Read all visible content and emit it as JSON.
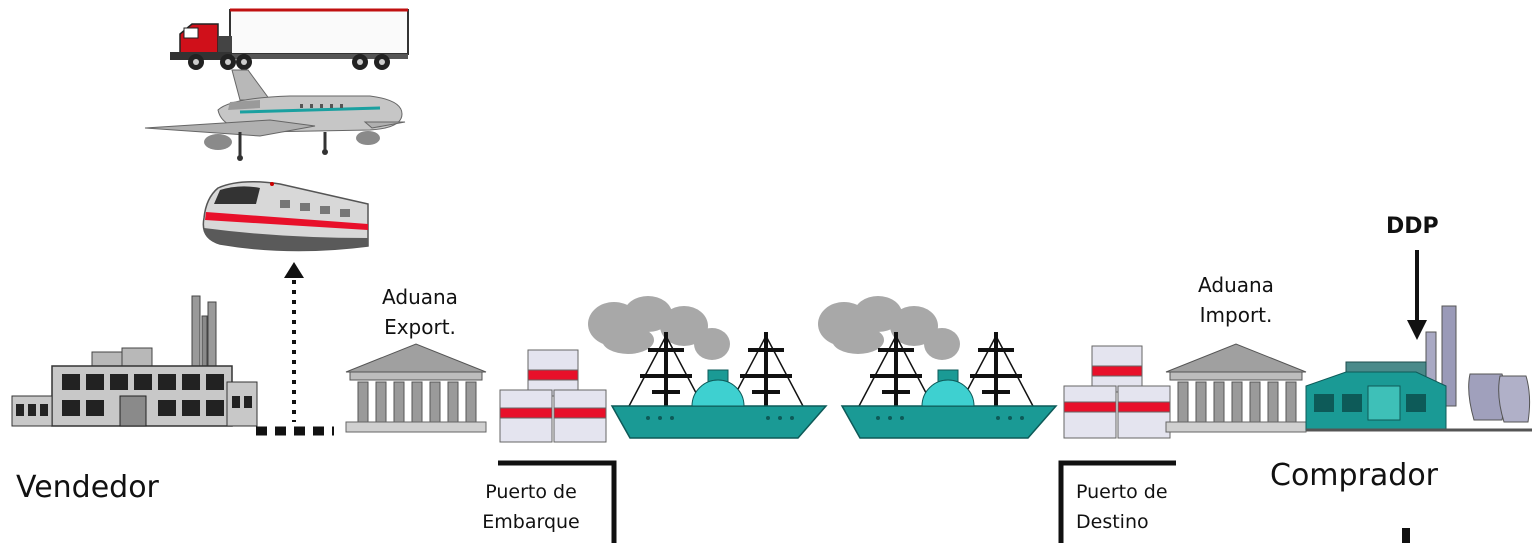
{
  "labels": {
    "seller": "Vendedor",
    "buyer": "Comprador",
    "customs_export_line1": "Aduana",
    "customs_export_line2": "Export.",
    "customs_import_line1": "Aduana",
    "customs_import_line2": "Import.",
    "port_shipping_line1": "Puerto de",
    "port_shipping_line2": "Embarque",
    "port_destination_line1": "Puerto de",
    "port_destination_line2": "Destino",
    "incoterm": "DDP"
  },
  "colors": {
    "ship_teal": "#1a9a95",
    "cargo_red": "#e8102a",
    "smoke_gray": "#a8a8a8",
    "truck_red": "#d0101a",
    "building_gray": "#8d8d8d"
  },
  "icons": [
    "truck-icon",
    "airplane-icon",
    "train-icon",
    "factory-icon",
    "customs-building-icon",
    "cargo-boxes-icon",
    "ship-icon",
    "power-plant-icon"
  ]
}
